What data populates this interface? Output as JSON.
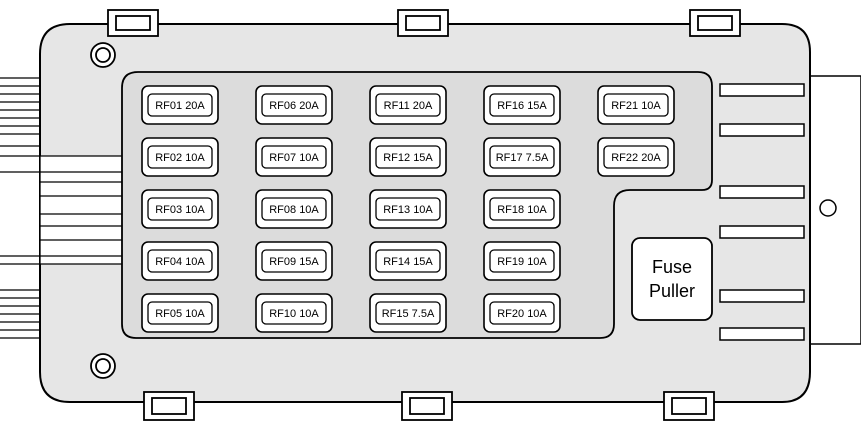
{
  "fuse_box": {
    "fuses": [
      {
        "label": "RF01 20A"
      },
      {
        "label": "RF02 10A"
      },
      {
        "label": "RF03 10A"
      },
      {
        "label": "RF04 10A"
      },
      {
        "label": "RF05 10A"
      },
      {
        "label": "RF06 20A"
      },
      {
        "label": "RF07 10A"
      },
      {
        "label": "RF08 10A"
      },
      {
        "label": "RF09 15A"
      },
      {
        "label": "RF10 10A"
      },
      {
        "label": "RF11 20A"
      },
      {
        "label": "RF12 15A"
      },
      {
        "label": "RF13 10A"
      },
      {
        "label": "RF14 15A"
      },
      {
        "label": "RF15 7.5A"
      },
      {
        "label": "RF16 15A"
      },
      {
        "label": "RF17 7.5A"
      },
      {
        "label": "RF18 10A"
      },
      {
        "label": "RF19 10A"
      },
      {
        "label": "RF20 10A"
      },
      {
        "label": "RF21 10A"
      },
      {
        "label": "RF22 20A"
      }
    ],
    "fuse_puller": {
      "line1": "Fuse",
      "line2": "Puller"
    }
  },
  "colors": {
    "housing": "#e6e6e6",
    "panel": "#dcdcdc",
    "fuse_fill": "#ffffff",
    "stroke": "#000000"
  }
}
